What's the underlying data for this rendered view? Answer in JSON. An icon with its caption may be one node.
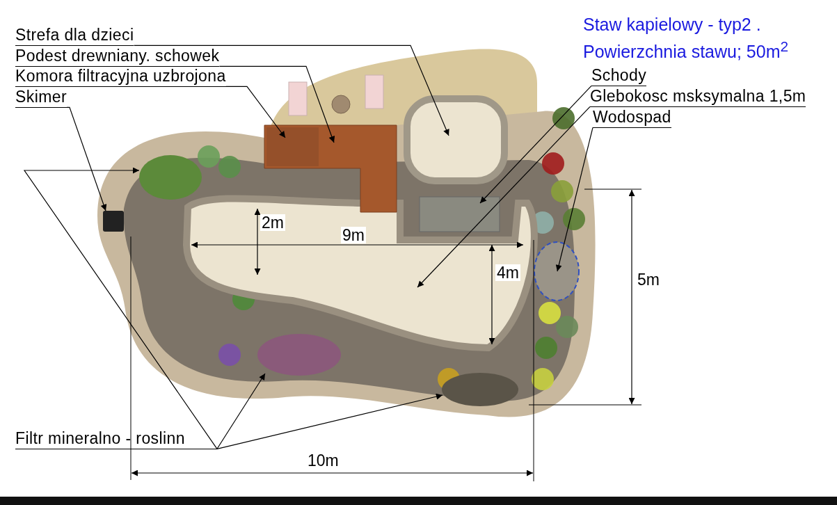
{
  "diagram": {
    "title": "Staw kapielowy - typ2 . Powierzchnia stawu; 50m$^{2}$",
    "nodes": [
      {
        "text": [
          "Strefa dla dzieci"
        ]
      },
      {
        "text": [
          "Podest drewniany. schowek"
        ]
      },
      {
        "text": [
          "Komora filtracyjna uzbrojona"
        ]
      },
      {
        "text": [
          "Skimer"
        ]
      },
      {
        "text": [
          "Schody"
        ]
      },
      {
        "text": [
          "Glebokosc msksymalna 1,5m"
        ]
      },
      {
        "text": [
          "Wodospad"
        ]
      },
      {
        "text": [
          "Filtr mineralno - roslinn"
        ]
      },
      {
        "text": [],
        "shape": "box"
      },
      {
        "text": [],
        "shape": "picture"
      },
      {
        "text": [],
        "shape": "box",
        "in": 9
      },
      {
        "text": [],
        "shape": "box"
      },
      {
        "text": [],
        "shape": "box"
      },
      {
        "text": [],
        "shape": "picture"
      },
      {
        "text": [],
        "shape": "circle"
      },
      {
        "text": [],
        "shape": "circle"
      },
      {
        "text": [],
        "shape": "circle"
      },
      {
        "text": [],
        "shape": "circle"
      }
    ],
    "edges": [
      {
        "from": 0,
        "to": 8,
        "arrow": "to"
      },
      {
        "from": 1,
        "to": 9,
        "arrow": "to"
      },
      {
        "from": 2,
        "to": 10,
        "arrow": "to"
      },
      {
        "from": 3,
        "to": 11,
        "arrow": "to"
      },
      {
        "from": 4,
        "to": 12,
        "arrow": "to"
      },
      {
        "from": 5,
        "to": 13,
        "arrow": "to"
      },
      {
        "from": 6,
        "to": 14,
        "arrow": "to"
      },
      {
        "from": 7,
        "to": 15,
        "arrow": "to"
      },
      {
        "from": 7,
        "to": 16,
        "arrow": "to"
      },
      {
        "from": 7,
        "to": 17,
        "arrow": "to"
      }
    ],
    "labels": [
      "2m",
      "9m",
      "4m",
      "5m",
      "10m"
    ]
  }
}
